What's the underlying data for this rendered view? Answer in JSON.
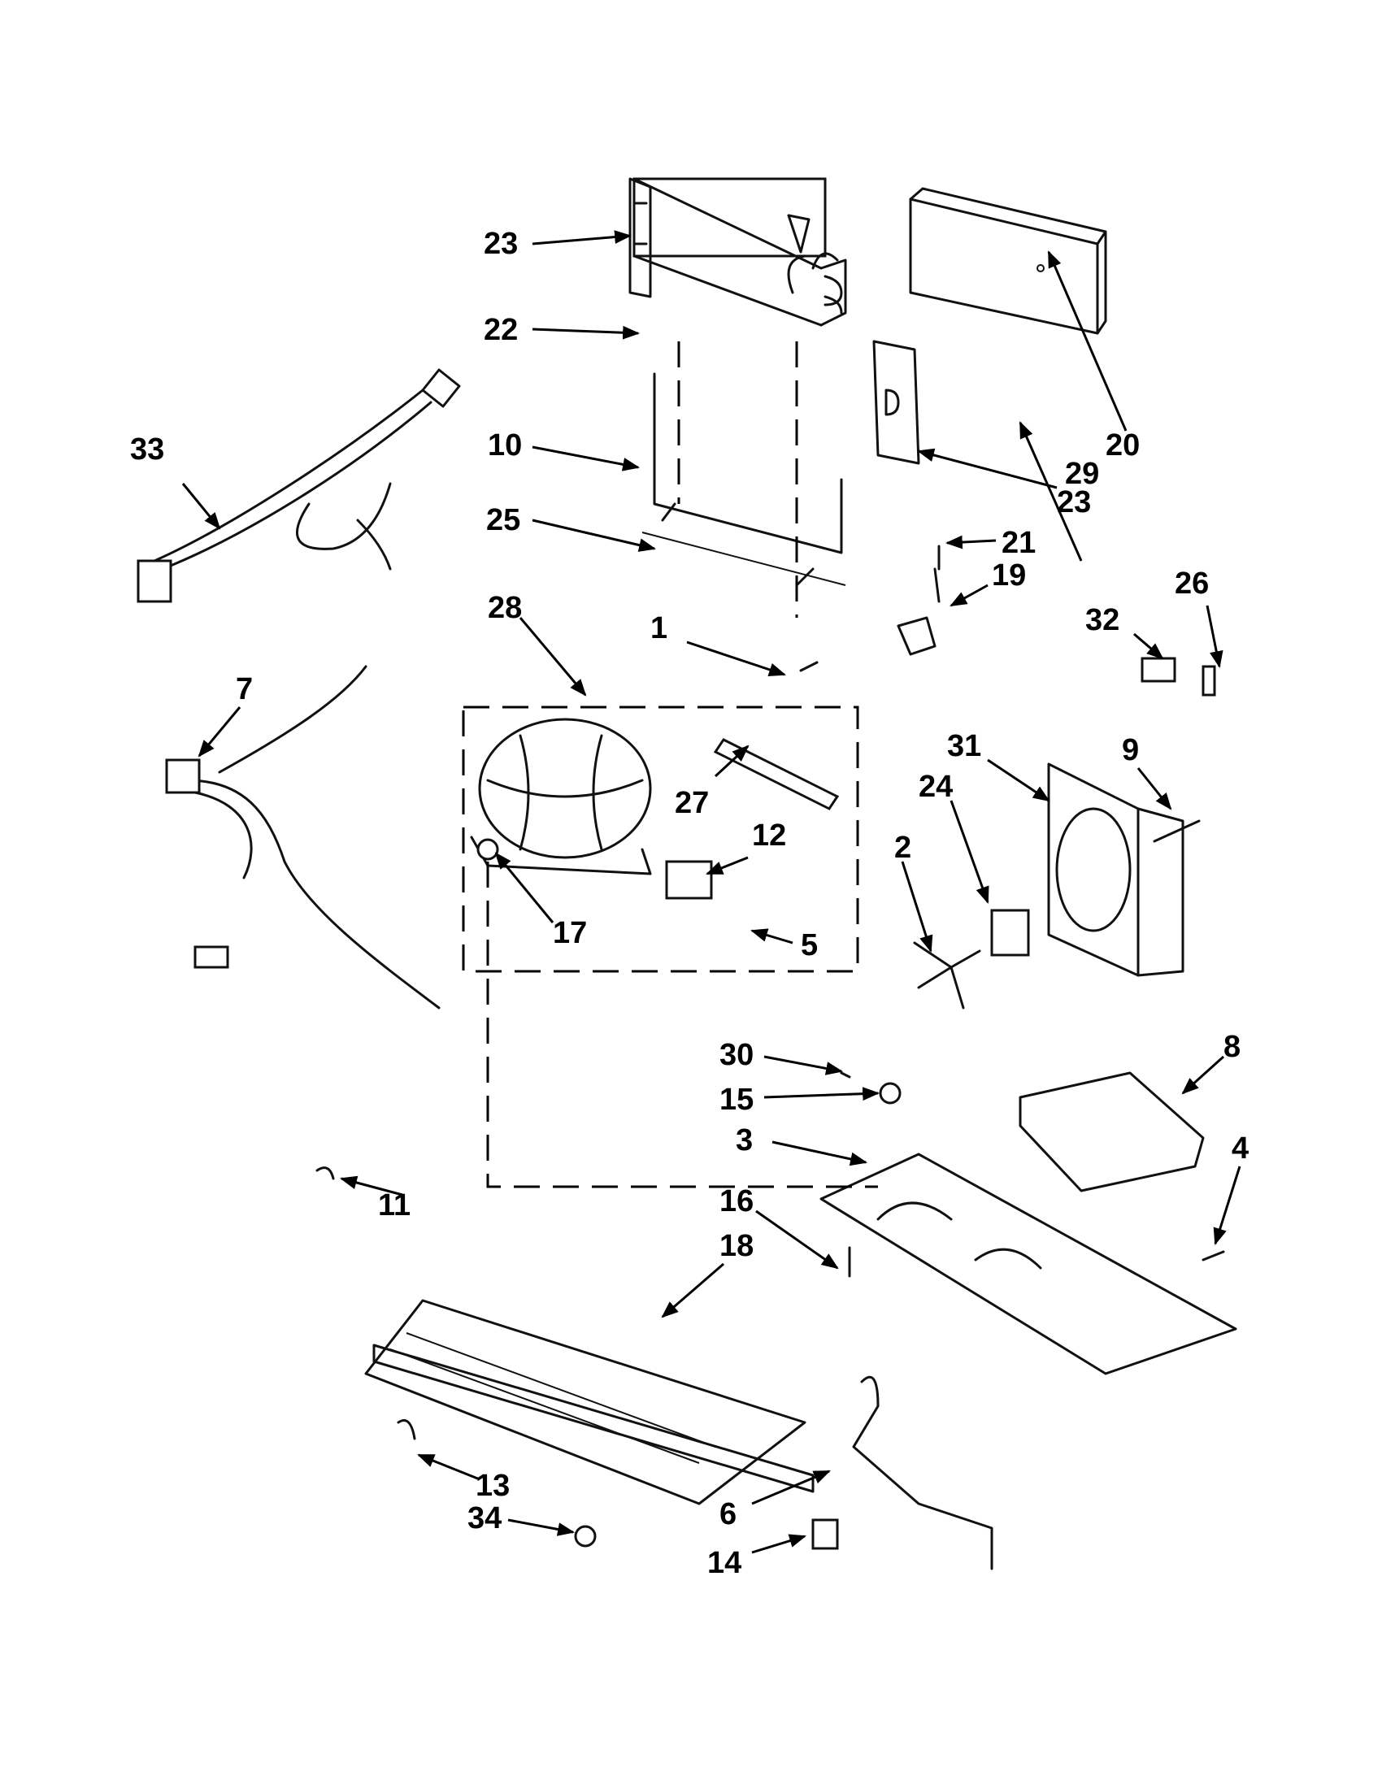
{
  "diagram": {
    "callouts": [
      "1",
      "2",
      "3",
      "4",
      "5",
      "6",
      "7",
      "8",
      "9",
      "10",
      "11",
      "12",
      "13",
      "14",
      "15",
      "16",
      "17",
      "18",
      "19",
      "20",
      "21",
      "22",
      "23",
      "24",
      "25",
      "26",
      "27",
      "28",
      "29",
      "30",
      "31",
      "32",
      "33",
      "34"
    ]
  }
}
